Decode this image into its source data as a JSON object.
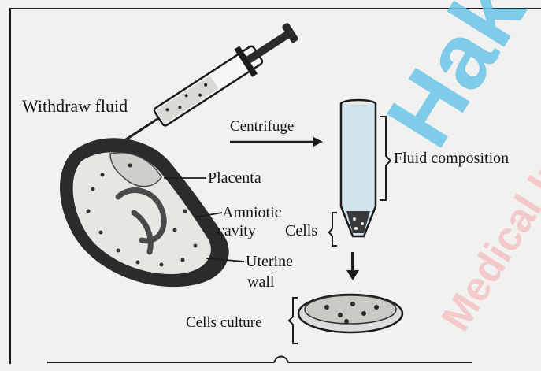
{
  "labels": {
    "withdraw_fluid": "Withdraw fluid",
    "centrifuge": "Centrifuge",
    "placenta": "Placenta",
    "amniotic_line1": "Amniotic",
    "amniotic_line2": "cavity",
    "uterine_line1": "Uterine",
    "uterine_line2": "wall",
    "cells": "Cells",
    "fluid_composition": "Fluid composition",
    "cells_culture": "Cells culture"
  },
  "watermark": {
    "line1": "Hak",
    "line2": "Medical In",
    "color_primary": "#6cc6ea",
    "color_secondary": "#f4b8b8"
  },
  "colors": {
    "ink": "#141414",
    "uterine_wall": "#2b2b2b",
    "fluid": "#e6e6e2",
    "tube_fluid": "#cfe4ec"
  }
}
